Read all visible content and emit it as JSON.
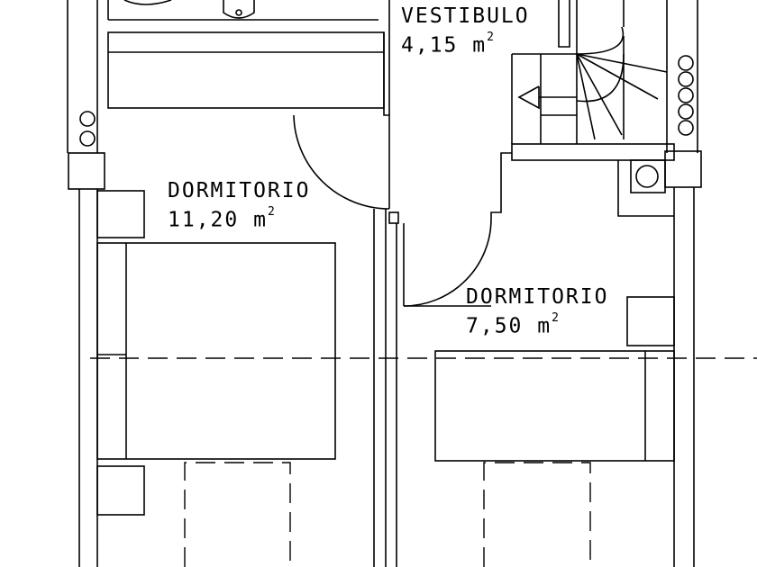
{
  "rooms": [
    {
      "name": "VESTIBULO",
      "area": "4,15",
      "unit": "m",
      "exp": "2"
    },
    {
      "name": "DORMITORIO",
      "area": "11,20",
      "unit": "m",
      "exp": "2"
    },
    {
      "name": "DORMITORIO",
      "area": "7,50",
      "unit": "m",
      "exp": "2"
    }
  ],
  "colors": {
    "ink": "#000000",
    "background": "#ffffff"
  }
}
